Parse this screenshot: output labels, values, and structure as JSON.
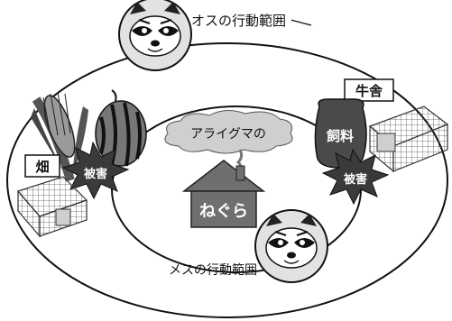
{
  "labels": {
    "male_range": "オスの行動範囲",
    "female_range": "メスの行動範囲",
    "field": "畑",
    "barn": "牛舎",
    "raccoon_of": "アライグマの",
    "den": "ねぐら",
    "feed": "飼料",
    "damage_left": "被害",
    "damage_right": "被害"
  },
  "colors": {
    "line": "#111111",
    "gray_dark": "#3a3a3a",
    "gray_mid": "#8a8a8a",
    "gray_light": "#c8c8c8",
    "house_fill": "#6f6f6f"
  }
}
